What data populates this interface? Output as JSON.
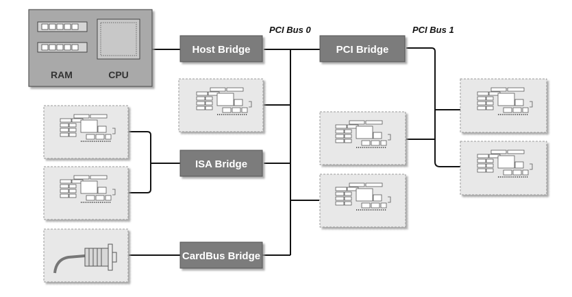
{
  "diagram": {
    "host": {
      "ram_label": "RAM",
      "cpu_label": "CPU"
    },
    "bridges": {
      "host": "Host Bridge",
      "pci": "PCI Bridge",
      "isa": "ISA Bridge",
      "cardbus": "CardBus Bridge"
    },
    "buses": {
      "bus0": "PCI Bus 0",
      "bus1": "PCI Bus 1"
    },
    "colors": {
      "bridge_fill": "#7b7b7b",
      "card_fill": "#e8e8e8",
      "host_fill": "#a9a9a9",
      "line": "#111111"
    }
  }
}
